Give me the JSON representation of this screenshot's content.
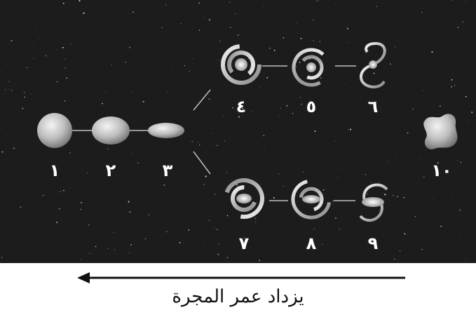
{
  "labels": {
    "g1": "١",
    "g2": "٢",
    "g3": "٣",
    "g4": "٤",
    "g5": "٥",
    "g6": "٦",
    "g7": "٧",
    "g8": "٨",
    "g9": "٩",
    "g10": "١٠"
  },
  "caption": "يزداد عمر المجرة",
  "colors": {
    "background": "#1c1c1c",
    "galaxy_light": "#f2f2f2",
    "galaxy_dark": "#8a8a8a",
    "arrow": "#111111"
  }
}
